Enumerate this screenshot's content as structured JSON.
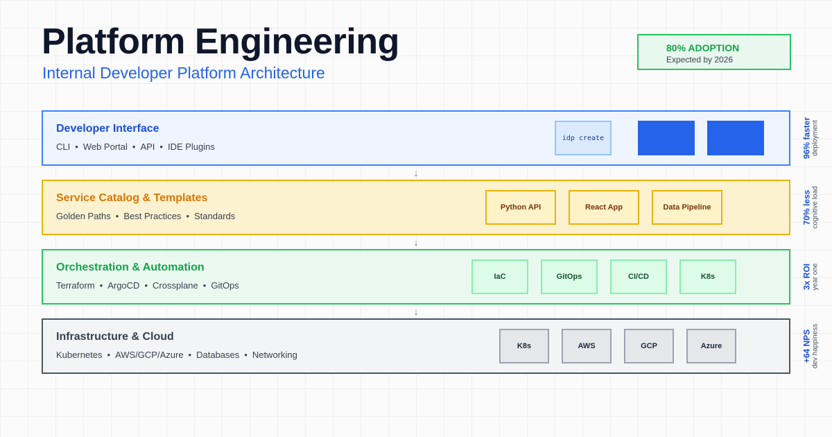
{
  "header": {
    "title": "Platform Engineering",
    "subtitle": "Internal Developer Platform Architecture"
  },
  "badge": {
    "headline": "80% ADOPTION",
    "caption": "Expected by 2026",
    "color": "#22c55e"
  },
  "arrow_glyph": "↓",
  "layers": [
    {
      "title": "Developer Interface",
      "items": [
        "CLI",
        "Web Portal",
        "API",
        "IDE Plugins"
      ],
      "chips": [
        "idp create",
        "",
        ""
      ],
      "color": "#2563eb"
    },
    {
      "title": "Service Catalog & Templates",
      "items": [
        "Golden Paths",
        "Best Practices",
        "Standards"
      ],
      "chips": [
        "Python API",
        "React App",
        "Data Pipeline"
      ],
      "color": "#eab308"
    },
    {
      "title": "Orchestration & Automation",
      "items": [
        "Terraform",
        "ArgoCD",
        "Crossplane",
        "GitOps"
      ],
      "chips": [
        "IaC",
        "GitOps",
        "CI/CD",
        "K8s"
      ],
      "color": "#22c55e"
    },
    {
      "title": "Infrastructure & Cloud",
      "items": [
        "Kubernetes",
        "AWS/GCP/Azure",
        "Databases",
        "Networking"
      ],
      "chips": [
        "K8s",
        "AWS",
        "GCP",
        "Azure"
      ],
      "color": "#4b5563"
    }
  ],
  "metrics": [
    {
      "value": "96% faster",
      "label": "deployment"
    },
    {
      "value": "70% less",
      "label": "cognitive load"
    },
    {
      "value": "3x ROI",
      "label": "year one"
    },
    {
      "value": "+64 NPS",
      "label": "dev happiness"
    }
  ]
}
